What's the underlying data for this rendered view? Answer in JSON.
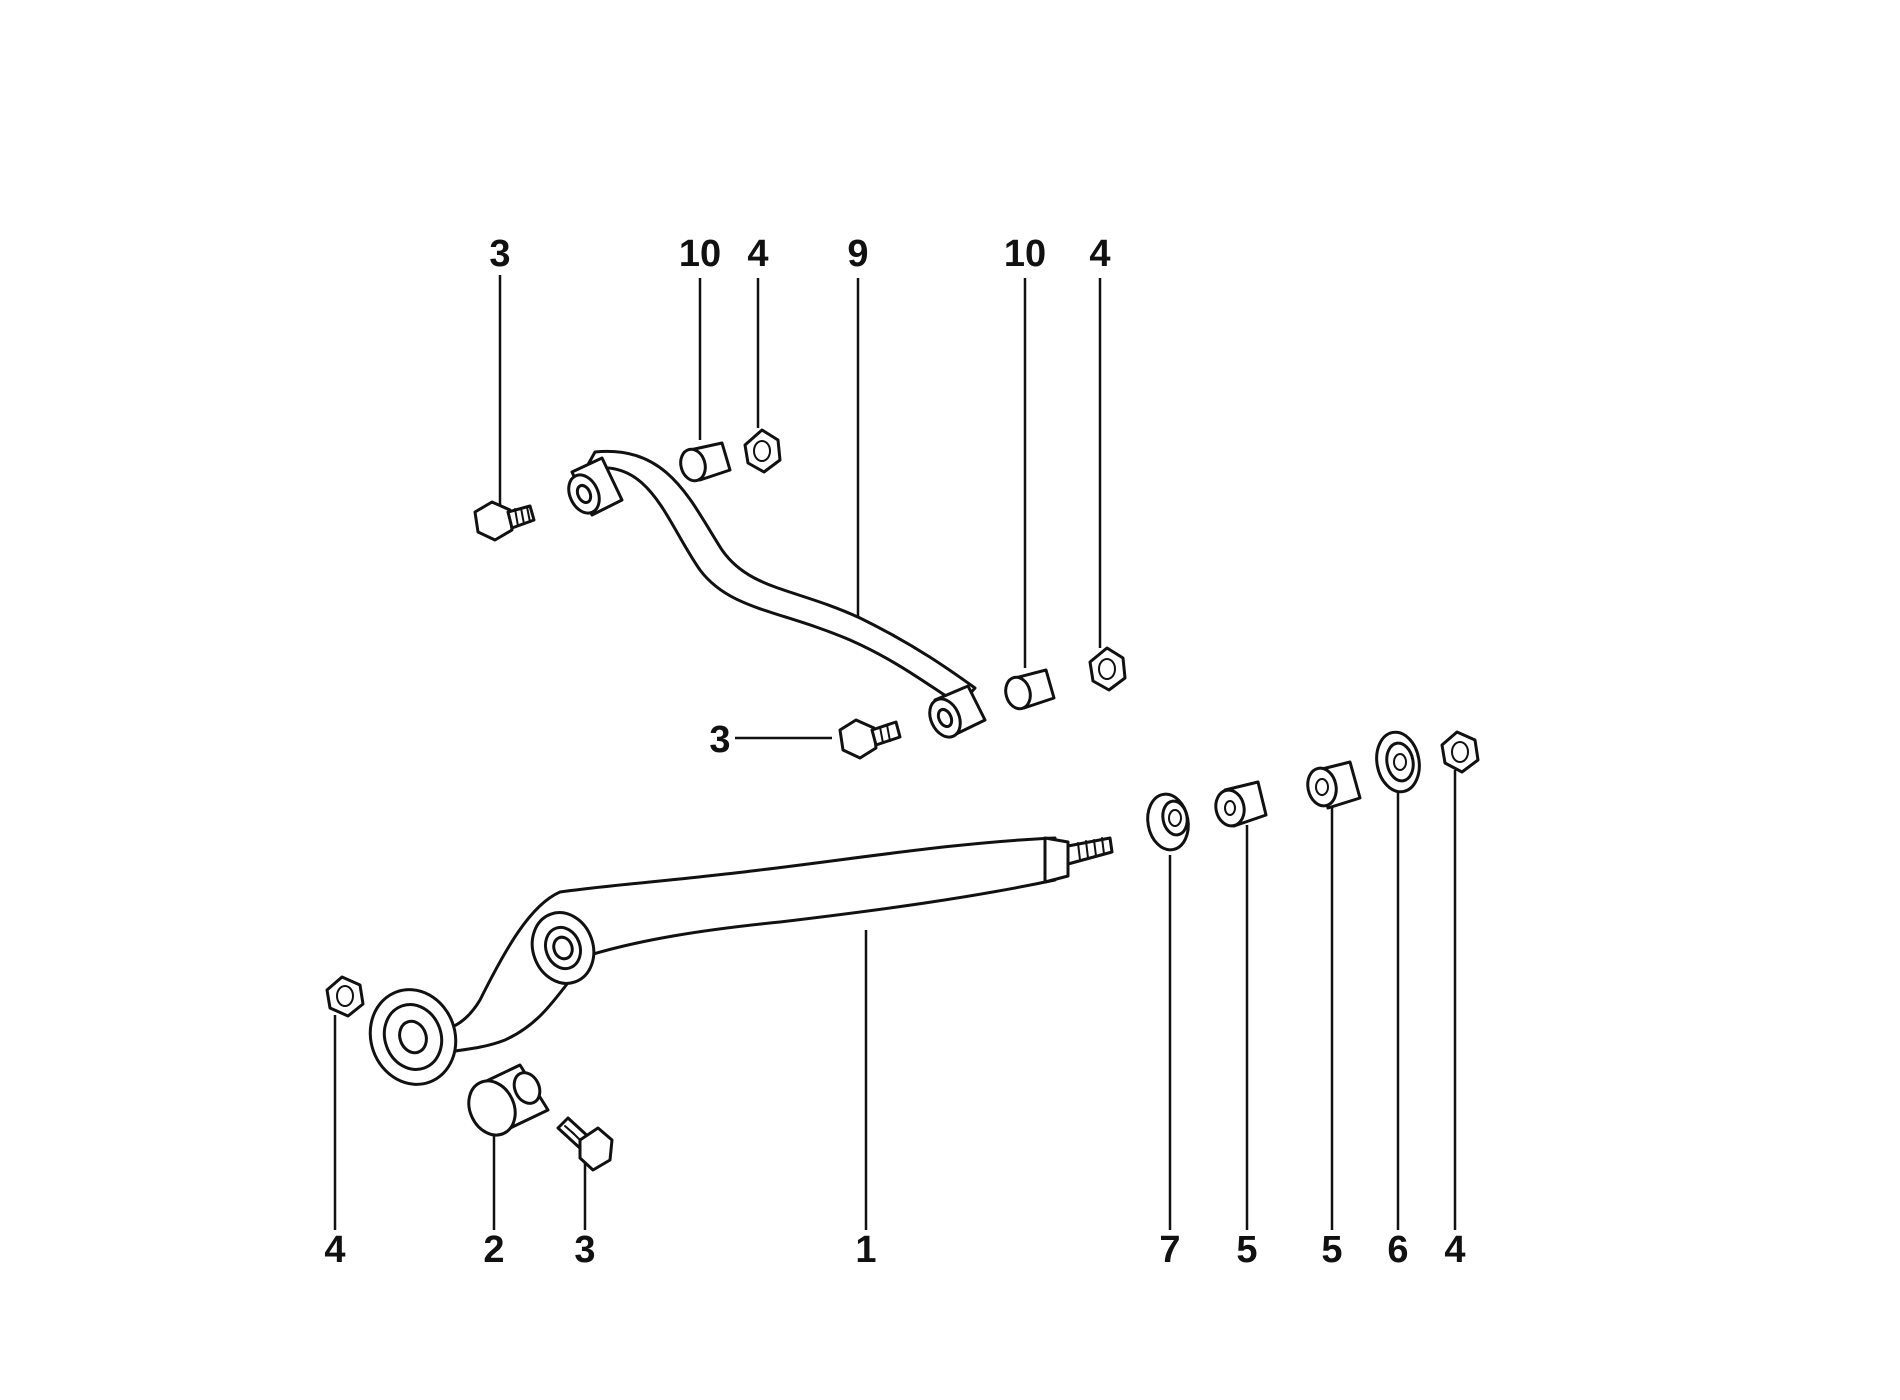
{
  "diagram": {
    "callouts": [
      {
        "id": "c-3-top",
        "label": "3"
      },
      {
        "id": "c-10-left",
        "label": "10"
      },
      {
        "id": "c-4-top-left",
        "label": "4"
      },
      {
        "id": "c-9",
        "label": "9"
      },
      {
        "id": "c-10-right",
        "label": "10"
      },
      {
        "id": "c-4-top-right",
        "label": "4"
      },
      {
        "id": "c-3-mid",
        "label": "3"
      },
      {
        "id": "c-4-bottom-left",
        "label": "4"
      },
      {
        "id": "c-2",
        "label": "2"
      },
      {
        "id": "c-3-bottom",
        "label": "3"
      },
      {
        "id": "c-1",
        "label": "1"
      },
      {
        "id": "c-7",
        "label": "7"
      },
      {
        "id": "c-5-a",
        "label": "5"
      },
      {
        "id": "c-5-b",
        "label": "5"
      },
      {
        "id": "c-6",
        "label": "6"
      },
      {
        "id": "c-4-bottom-right",
        "label": "4"
      }
    ]
  }
}
